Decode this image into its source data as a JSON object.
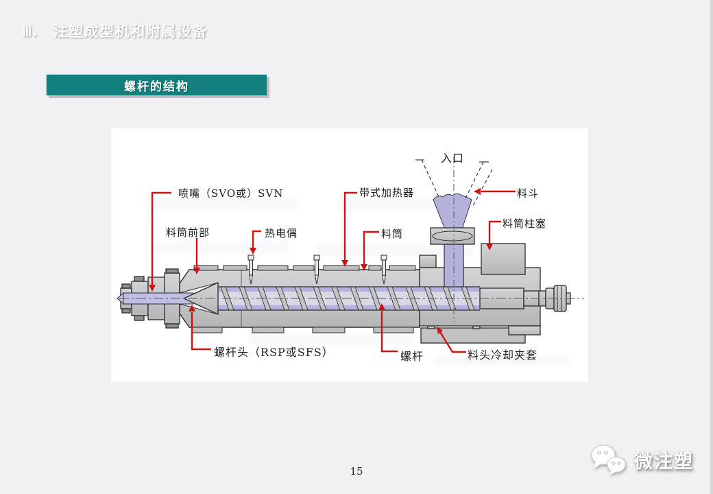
{
  "page": {
    "title": "Ⅲ.　注塑成型机和附属设备",
    "page_number": "15",
    "brand": "微注塑"
  },
  "banner": {
    "label": "螺杆的结构"
  },
  "diagram": {
    "labels": {
      "inlet": "入口",
      "nozzle": "喷嘴（SVO或）SVN",
      "barrel_front": "料筒前部",
      "thermocouple": "热电偶",
      "band_heater": "带式加热器",
      "barrel": "料筒",
      "hopper": "料斗",
      "barrel_plunger": "料筒柱塞",
      "screw_head": "螺杆头（RSP或SFS）",
      "screw": "螺杆",
      "cooling_jacket": "料头冷却夹套"
    },
    "colors": {
      "leader_red": "#cc1414",
      "metal_gray": "#c6c6c8",
      "melt_lavender": "#b2b2dc",
      "banner_teal": "#13807f"
    }
  }
}
